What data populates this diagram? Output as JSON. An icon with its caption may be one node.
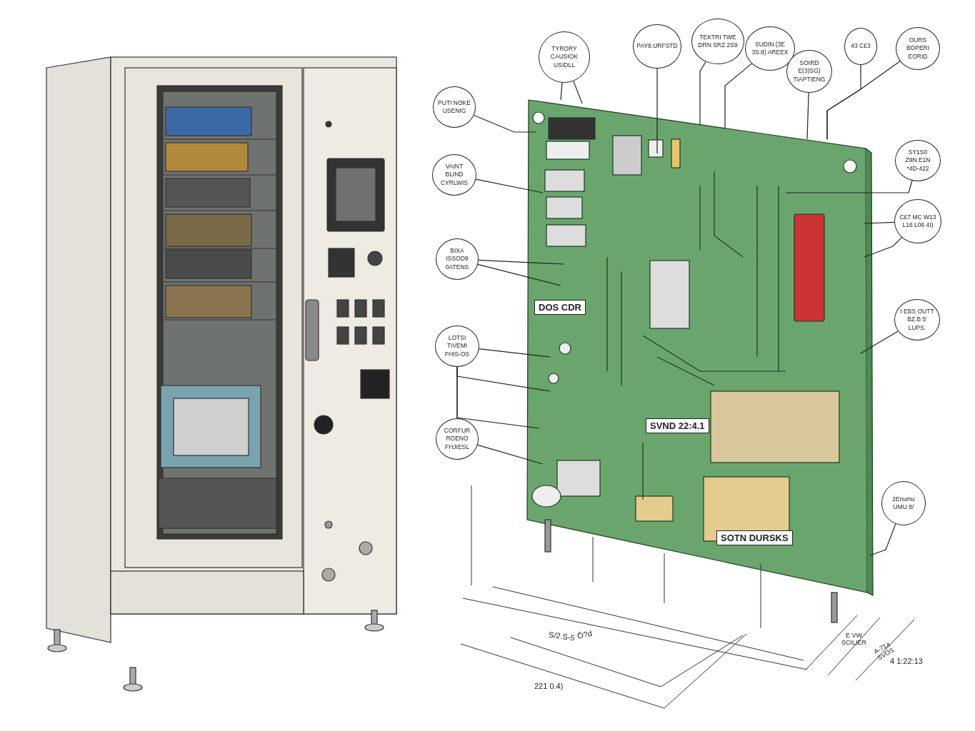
{
  "diagram": {
    "nodes": [
      {
        "text": [
          "TYRORY CAUSIOK USIDLL"
        ]
      },
      {
        "text": [
          "PAY8.URFSTD"
        ]
      },
      {
        "text": [
          "TEKTRI TWE DRN SRZ 2S9"
        ]
      },
      {
        "text": [
          "SUDIN (3E 3S:8) AREEX"
        ]
      },
      {
        "text": [
          "SOIRD E(3)SG) TIAPTIENG"
        ]
      },
      {
        "text": [
          "43 C£3"
        ]
      },
      {
        "text": [
          "OURS BOPERI EORID"
        ]
      },
      {
        "text": [
          "SY1S0 Z9N.E1N *4D-422"
        ]
      },
      {
        "text": [
          "C£7 MC W13 L16 L06 4I)"
        ]
      },
      {
        "text": [
          "I EBS OUTT BZ.B 5' LUPS."
        ]
      },
      {
        "text": [
          "2Enumu UMU 8/"
        ]
      },
      {
        "text": [
          "PUTI NOKE USENIG"
        ]
      },
      {
        "text": [
          "VAINT BLIND CYRLWIS"
        ]
      },
      {
        "text": [
          "BIXA ISSOD9 0ATENS"
        ]
      },
      {
        "text": [
          "LOTSI TIVEMI FHIS-OS"
        ]
      },
      {
        "text": [
          "CORFUR ROENO FHJIESL"
        ]
      }
    ],
    "edges": [
      {
        "from": 0,
        "to": null,
        "arrow": "none"
      },
      {
        "from": 0,
        "to": null,
        "arrow": "none"
      },
      {
        "from": 1,
        "to": null,
        "arrow": "none"
      },
      {
        "from": 2,
        "to": null,
        "arrow": "none"
      },
      {
        "from": 3,
        "to": null,
        "arrow": "none"
      },
      {
        "from": 4,
        "to": null,
        "arrow": "none"
      },
      {
        "from": 5,
        "to": null,
        "arrow": "none"
      },
      {
        "from": 6,
        "to": null,
        "arrow": "none"
      },
      {
        "from": 7,
        "to": null,
        "arrow": "none"
      },
      {
        "from": 8,
        "to": null,
        "arrow": "none"
      },
      {
        "from": 8,
        "to": null,
        "arrow": "none"
      },
      {
        "from": 9,
        "to": null,
        "arrow": "none"
      },
      {
        "from": 10,
        "to": null,
        "arrow": "none"
      },
      {
        "from": 11,
        "to": null,
        "arrow": "none"
      },
      {
        "from": 12,
        "to": null,
        "arrow": "none"
      },
      {
        "from": 13,
        "to": null,
        "arrow": "none"
      },
      {
        "from": 13,
        "to": null,
        "arrow": "none"
      },
      {
        "from": 14,
        "to": null,
        "arrow": "none"
      },
      {
        "from": 14,
        "to": null,
        "arrow": "none"
      },
      {
        "from": 14,
        "to": null,
        "arrow": "none"
      },
      {
        "from": 14,
        "to": 15,
        "arrow": "none"
      },
      {
        "from": 15,
        "to": null,
        "arrow": "none"
      }
    ],
    "labels": [
      "DOS CDR",
      "SVND 22:4.1",
      "SOTN DURSKS",
      "Ö?d",
      "S/2.S-5",
      "E VW SCILIER",
      "A-71a SVOS",
      "4 1:22:13",
      "221 0.4)"
    ]
  }
}
